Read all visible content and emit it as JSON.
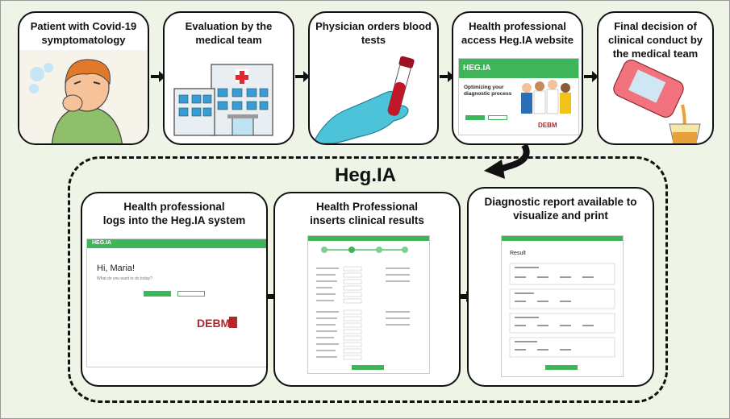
{
  "top_steps": [
    {
      "label": "Patient with Covid-19 symptomatology"
    },
    {
      "label": "Evaluation by the medical team"
    },
    {
      "label": "Physician orders blood tests"
    },
    {
      "label": "Health professional access Heg.IA website"
    },
    {
      "label": "Final decision of clinical conduct by the medical team"
    }
  ],
  "group_title": "Heg.IA",
  "bottom_steps": [
    {
      "label_line1": "Health professional",
      "label_line2": "logs into the Heg.IA system"
    },
    {
      "label_line1": "Health Professional",
      "label_line2": "inserts clinical results"
    },
    {
      "label_line1": "Diagnostic report available to",
      "label_line2": "visualize and print"
    }
  ],
  "website_preview": {
    "logo": "HEG.IA",
    "headline": "Optimizing your diagnostic process",
    "partner_logo": "DEBM"
  },
  "login_preview": {
    "logo": "HEG.IA",
    "greeting": "Hi, Maria!",
    "prompt": "What do you want to do today?",
    "partner_logo": "DEBM"
  },
  "report_preview": {
    "heading": "Result"
  },
  "colors": {
    "brand_green": "#3fb55a",
    "background": "#eef4e6",
    "outline": "#111111"
  }
}
